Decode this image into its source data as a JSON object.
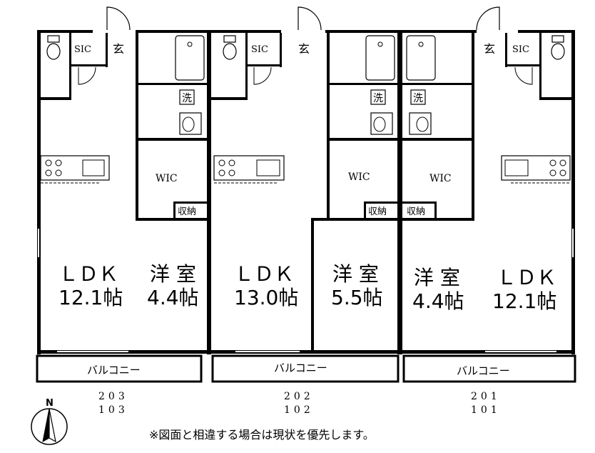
{
  "units": [
    {
      "numbers": [
        "203",
        "103"
      ],
      "ldk_label": "ＬＤＫ",
      "ldk_size": "12.1帖",
      "room_label": "洋 室",
      "room_size": "4.4帖",
      "sic": "SIC",
      "genkan": "玄",
      "sen": "洗",
      "wic": "WIC",
      "shuno": "収納",
      "balcony": "バルコニー"
    },
    {
      "numbers": [
        "202",
        "102"
      ],
      "ldk_label": "ＬＤＫ",
      "ldk_size": "13.0帖",
      "room_label": "洋 室",
      "room_size": "5.5帖",
      "sic": "SIC",
      "genkan": "玄",
      "sen": "洗",
      "wic": "WIC",
      "shuno": "収納",
      "balcony": "バルコニー"
    },
    {
      "numbers": [
        "201",
        "101"
      ],
      "ldk_label": "ＬＤＫ",
      "ldk_size": "12.1帖",
      "room_label": "洋 室",
      "room_size": "4.4帖",
      "sic": "SIC",
      "genkan": "玄",
      "sen": "洗",
      "wic": "WIC",
      "shuno": "収納",
      "balcony": "バルコニー"
    }
  ],
  "compass": {
    "label": "N",
    "icon": "north-arrow-icon"
  },
  "note": "※図面と相違する場合は現状を優先します。"
}
